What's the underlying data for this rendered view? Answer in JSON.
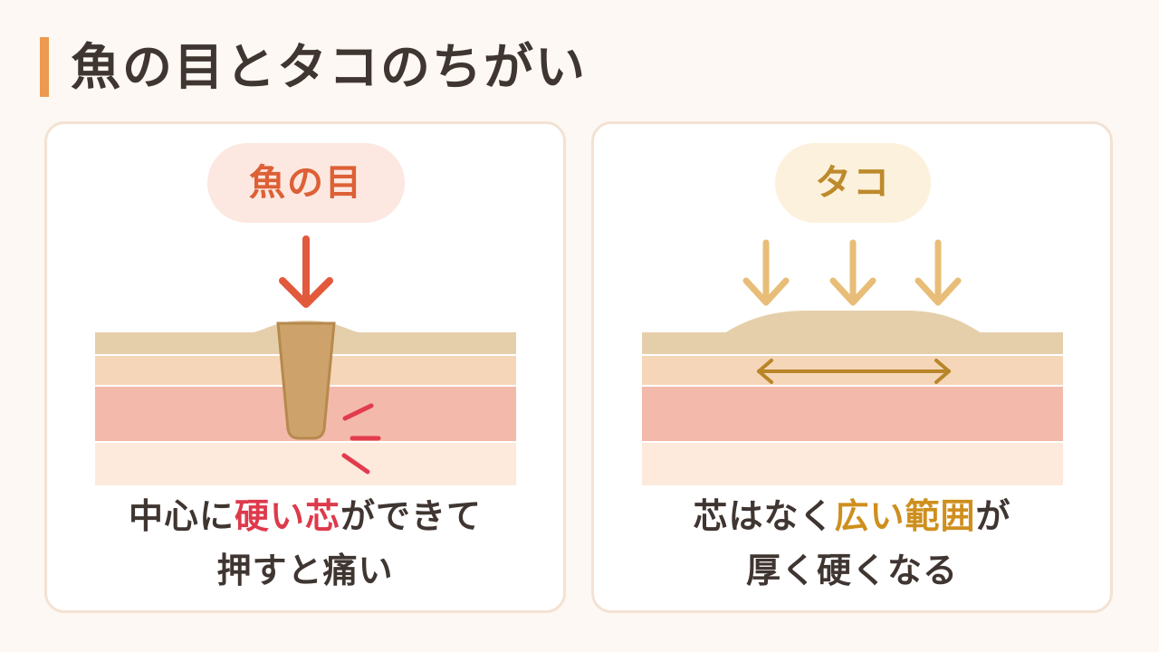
{
  "title": "魚の目とタコのちがい",
  "colors": {
    "accent_bar": "#ec9a4f",
    "fish_label": "#dd6036",
    "tako_label": "#bd8a2c",
    "highlight_red": "#dd3a4b",
    "highlight_gold": "#cf8f1e"
  },
  "fish": {
    "label": "魚の目",
    "caption": {
      "line1_before": "中心に",
      "line1_highlight": "硬い芯",
      "line1_after": "ができて",
      "line2": "押すと痛い"
    }
  },
  "tako": {
    "label": "タコ",
    "caption": {
      "line1_before": "芯はなく",
      "line1_highlight": "広い範囲",
      "line1_after": "が",
      "line2": "厚く硬くなる"
    }
  }
}
